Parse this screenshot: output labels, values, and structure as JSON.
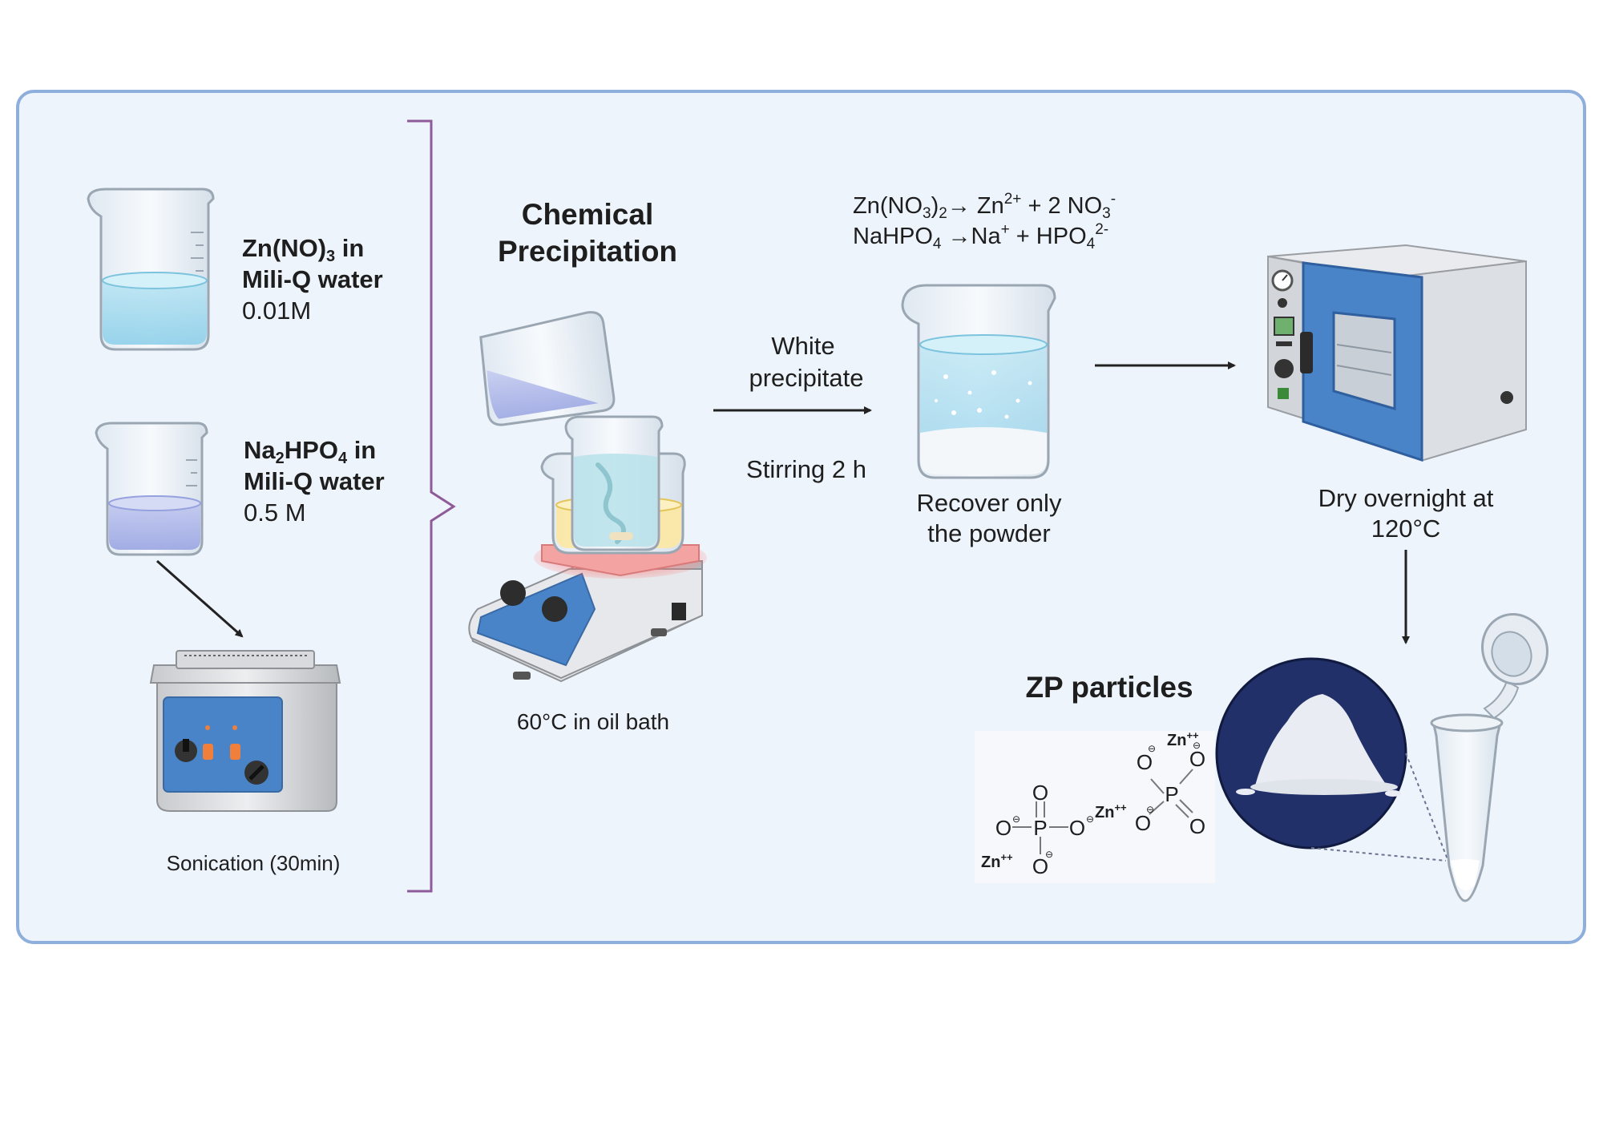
{
  "reagent1": {
    "formula_prefix": "Zn(NO)",
    "formula_sub": "3",
    "formula_suffix": " in",
    "solvent": "Mili-Q water",
    "concentration": "0.01M"
  },
  "reagent2": {
    "formula_prefix": "Na",
    "formula_sub1": "2",
    "formula_mid": "HPO",
    "formula_sub2": "4",
    "formula_suffix": " in",
    "solvent": "Mili-Q water",
    "concentration": "0.5 M"
  },
  "sonication_label": "Sonication (30min)",
  "precipitation": {
    "title_line1": "Chemical",
    "title_line2": "Precipitation",
    "bath_label": "60°C in oil bath"
  },
  "arrow1": {
    "label_top_line1": "White",
    "label_top_line2": "precipitate",
    "label_bottom": "Stirring 2 h"
  },
  "equations": {
    "eq1": {
      "a": "Zn(NO",
      "a_sub": "3",
      "b": ")",
      "b_sub": "2",
      "c": "→ Zn",
      "c_sup": "2+",
      "d": " + 2 NO",
      "d_sub": "3",
      "d_sup": "-"
    },
    "eq2": {
      "a": "NaHPO",
      "a_sub": "4",
      "b": " →Na",
      "b_sup": "+",
      "c": " + HPO",
      "c_sub": "4",
      "c_sup": "2-"
    }
  },
  "recover_label": {
    "line1": "Recover only",
    "line2": "the powder"
  },
  "dry_label": {
    "line1": "Dry overnight at",
    "line2": "120°C"
  },
  "product": {
    "title": "ZP particles",
    "atom_o": "O",
    "atom_p": "P",
    "ion_zn": "Zn",
    "ion_zn_sup": "++",
    "charge_minus": "⊖"
  },
  "colors": {
    "panel_bg": "#eef4fc",
    "panel_border": "#8eaedc",
    "bracket": "#8e5a9a",
    "arrow": "#222222",
    "phosphorus": "#e2a82a",
    "zinc": "#8fb8c6",
    "oxygen": "#555555",
    "equipment_blue": "#4a84c8",
    "powder_bg": "#22306a"
  }
}
